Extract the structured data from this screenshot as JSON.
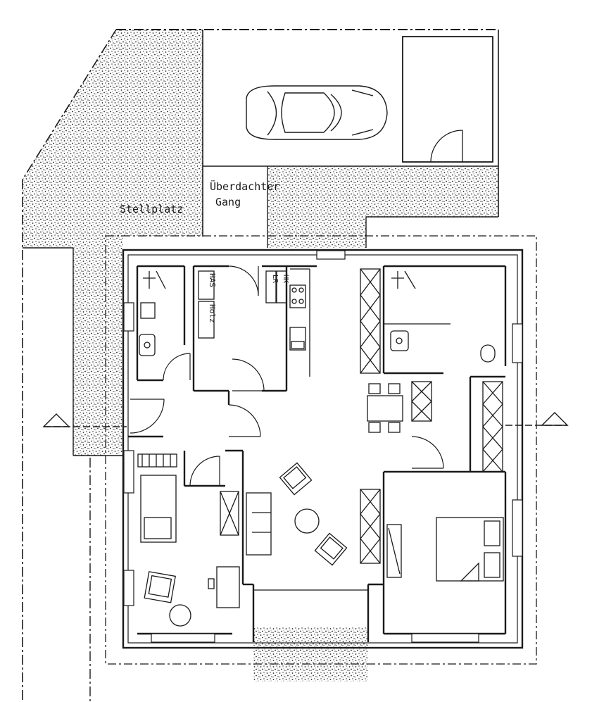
{
  "plan": {
    "labels": {
      "stellplatz": "Stellplatz",
      "carport_line1": "Überdachter",
      "carport_line2": "Gang",
      "has": "HAS",
      "holz": "Holz",
      "lr": "LR",
      "hk": "HK"
    },
    "colors": {
      "ink": "#1a1a1a",
      "paper": "#ffffff",
      "hatch": "#2a2a2a"
    }
  }
}
